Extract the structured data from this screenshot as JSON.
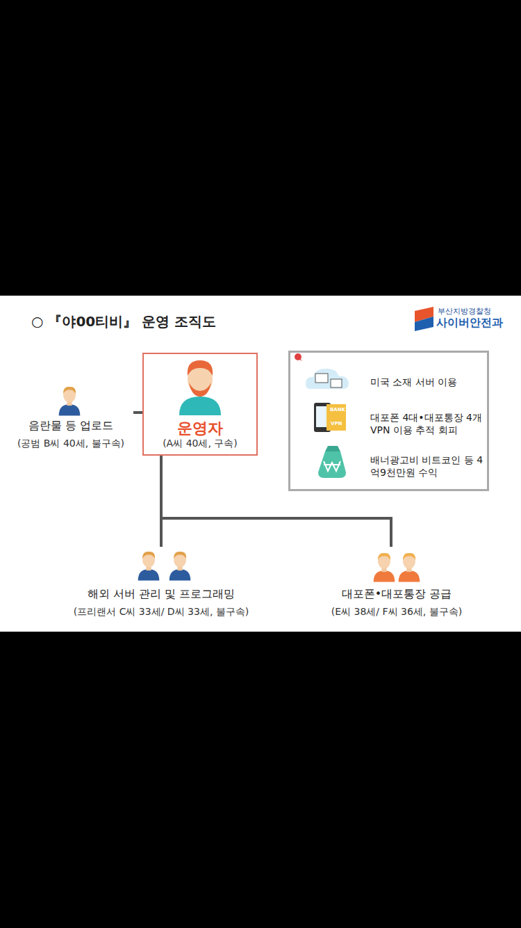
{
  "diagram": {
    "title": "○ 『야00티비』 운영 조직도",
    "nodes": [
      {
        "text": [
          "운영자",
          "(A씨 40세, 구속)"
        ]
      },
      {
        "text": [
          "음란물 등 업로드",
          "(공범 B씨 40세, 불구속)"
        ]
      },
      {
        "text": [
          "미국 소재 서버 이용",
          "대포폰 4대•대포통장 4개 VPN 이용 추적 회피",
          "배너광고비 비트코인 등 4억9천만원 수익"
        ]
      },
      {
        "text": [
          "해외 서버 관리 및 프로그래밍",
          "(프리랜서 C씨 33세/ D씨 33세, 불구속)"
        ]
      },
      {
        "text": [
          "대포폰•대포통장 공급",
          "(E씨 38세/ F씨 36세, 불구속)"
        ]
      }
    ],
    "edges": [
      {
        "from": 1,
        "to": 0,
        "arrow": "none"
      },
      {
        "from": 0,
        "to": 3,
        "arrow": "none"
      },
      {
        "from": 0,
        "to": 4,
        "arrow": "none"
      }
    ],
    "labels": [
      "부산지방경찰청",
      "사이버안전과",
      "BANK",
      "VPN"
    ]
  }
}
